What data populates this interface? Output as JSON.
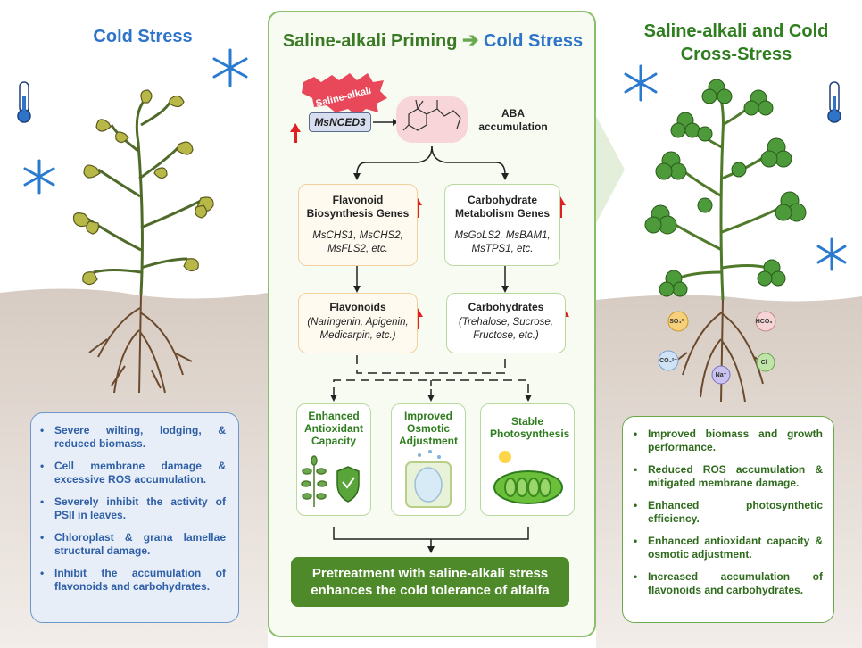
{
  "left": {
    "title": "Cold Stress",
    "bullets": [
      "Severe wilting, lodging, & reduced biomass.",
      "Cell membrane damage & excessive ROS accumulation.",
      "Severely inhibit the activity of PSII in leaves.",
      "Chloroplast & grana lamellae structural damage.",
      "Inhibit the accumulation of flavonoids and carbohydrates."
    ]
  },
  "center": {
    "title_part1": "Saline-alkali Priming",
    "title_arrow": "➔",
    "title_part2": "Cold Stress",
    "saline_alkali_badge": "Saline-alkali",
    "gene_pill": "MsNCED3",
    "aba_label": "ABA accumulation",
    "flavonoid_genes": {
      "heading": "Flavonoid Biosynthesis Genes",
      "genes": "MsCHS1, MsCHS2, MsFLS2, etc."
    },
    "carbohydrate_genes": {
      "heading": "Carbohydrate Metabolism Genes",
      "genes": "MsGoLS2, MsBAM1, MsTPS1, etc."
    },
    "flavonoids": {
      "heading": "Flavonoids",
      "items": "(Naringenin, Apigenin, Medicarpin, etc.)"
    },
    "carbohydrates": {
      "heading": "Carbohydrates",
      "items": "(Trehalose, Sucrose, Fructose, etc.)"
    },
    "effects": [
      "Enhanced Antioxidant Capacity",
      "Improved Osmotic Adjustment",
      "Stable Photosynthesis"
    ],
    "conclusion": "Pretreatment with saline-alkali stress enhances the cold tolerance of alfalfa"
  },
  "right": {
    "title": "Saline-alkali and Cold Cross-Stress",
    "ions": [
      "SO₄²⁻",
      "HCO₃⁻",
      "CO₃²⁻",
      "Cl⁻",
      "Na⁺"
    ],
    "bullets": [
      "Improved biomass and growth performance.",
      "Reduced ROS accumulation & mitigated membrane damage.",
      "Enhanced photosynthetic efficiency.",
      "Enhanced antioxidant capacity & osmotic adjustment.",
      "Increased accumulation of flavonoids and carbohydrates."
    ]
  },
  "bullet_symbol": "•",
  "colors": {
    "cold_blue": "#2e74c9",
    "green_dark": "#2e7d1e",
    "conclusion_bg": "#4f8a2a",
    "up_arrow_red": "#e02020",
    "soil": "#c7b7ad"
  }
}
